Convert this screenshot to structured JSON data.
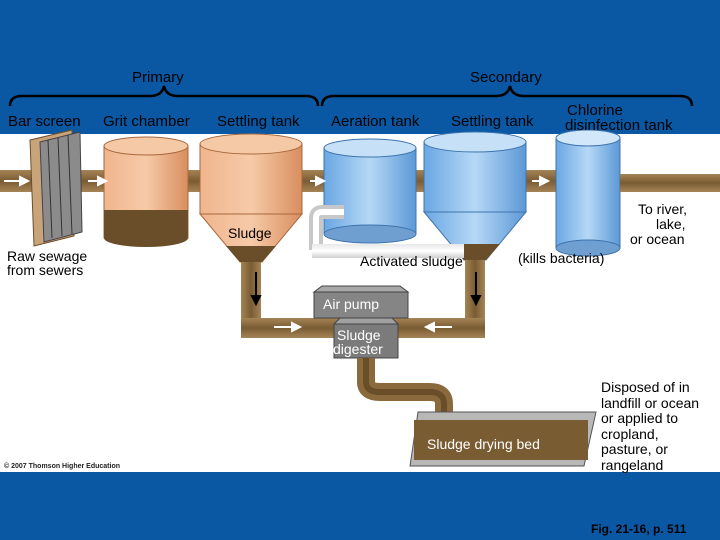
{
  "stages": {
    "primary": "Primary",
    "secondary": "Secondary"
  },
  "units": {
    "bar_screen": "Bar screen",
    "grit_chamber": "Grit chamber",
    "settling_tank_1": "Settling tank",
    "aeration_tank": "Aeration tank",
    "settling_tank_2": "Settling tank",
    "chlorine_line1": "Chlorine",
    "chlorine_line2": "disinfection tank"
  },
  "labels": {
    "raw_sewage_line1": "Raw sewage",
    "raw_sewage_line2": "from sewers",
    "sludge": "Sludge",
    "activated_sludge": "Activated sludge",
    "kills_bacteria": "(kills bacteria)",
    "outflow_line1": "To river,",
    "outflow_line2": "lake,",
    "outflow_line3": "or ocean",
    "air_pump": "Air pump",
    "digester_line1": "Sludge",
    "digester_line2": "digester",
    "drying_bed": "Sludge drying bed",
    "disposal": "Disposed of in landfill or ocean or applied to cropland, pasture, or rangeland"
  },
  "credits": {
    "copyright": "© 2007 Thomson Higher Education",
    "figure_ref": "Fig. 21-16, p. 511"
  },
  "colors": {
    "background": "#0a58a4",
    "panel": "#ffffff",
    "pipe": "#8a6a3d",
    "sludge": "#6a4e2a",
    "primary_tank": "#e9a77b",
    "secondary_tank": "#8fc1ee",
    "chlorine_tank": "#9fd0f5"
  }
}
